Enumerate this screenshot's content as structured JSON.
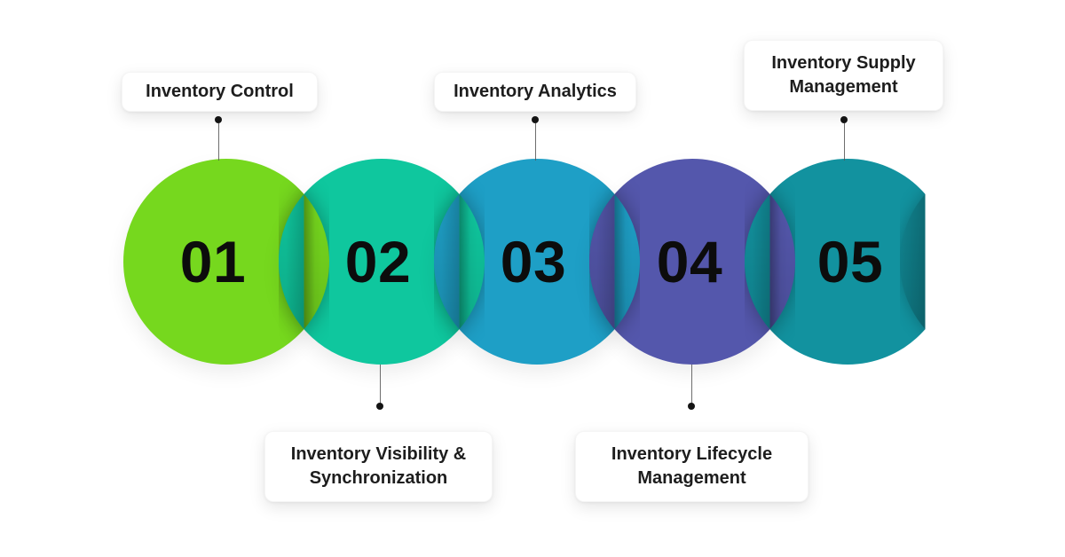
{
  "palette": {
    "background": "#ffffff",
    "card_bg": "#ffffff",
    "number_ink": "#0c0c0c",
    "label_ink": "#1d1d1d",
    "connector": "#555555",
    "dot": "#141414"
  },
  "steps": [
    {
      "number": "01",
      "label": "Inventory Control",
      "color": "#76d81e",
      "label_position": "top"
    },
    {
      "number": "02",
      "label": "Inventory Visibility & Synchronization",
      "color": "#0fc79e",
      "label_position": "bottom"
    },
    {
      "number": "03",
      "label": "Inventory Analytics",
      "color": "#1e9fc6",
      "label_position": "top"
    },
    {
      "number": "04",
      "label": "Inventory Lifecycle Management",
      "color": "#5457ac",
      "label_position": "bottom"
    },
    {
      "number": "05",
      "label": "Inventory Supply Management",
      "color": "#12929f",
      "label_position": "top"
    }
  ]
}
